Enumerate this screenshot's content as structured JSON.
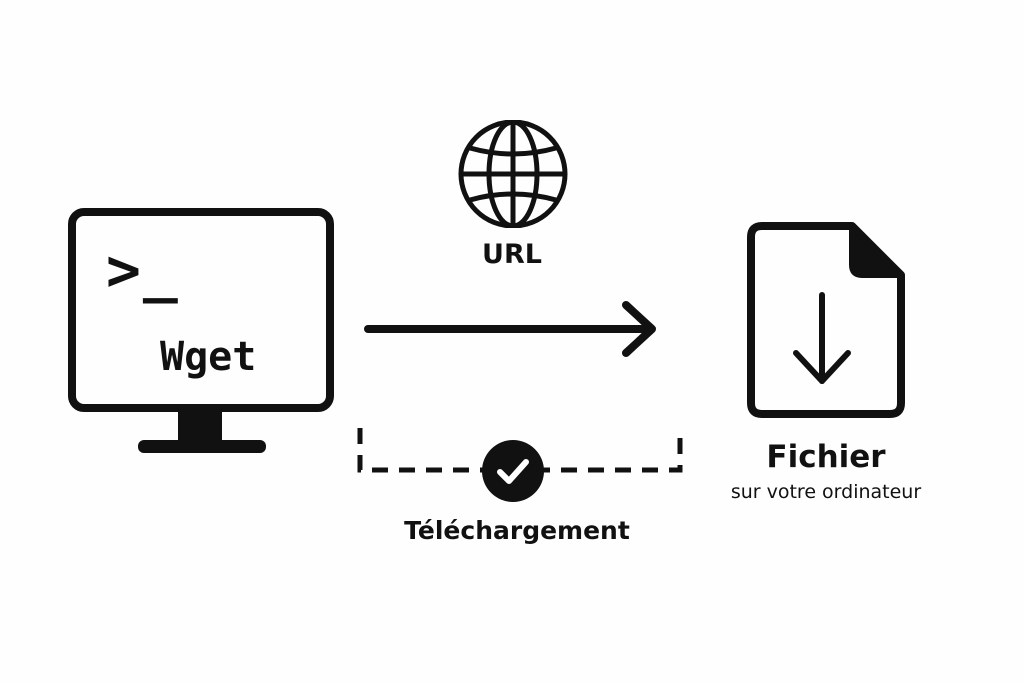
{
  "computer": {
    "prompt": ">_",
    "program": "Wget"
  },
  "source": {
    "icon": "globe-icon",
    "label": "URL"
  },
  "transfer": {
    "icon": "checkmark-circle-icon",
    "label": "Téléchargement"
  },
  "destination": {
    "icon": "download-file-icon",
    "title": "Fichier",
    "subtitle": "sur votre ordinateur"
  },
  "colors": {
    "ink": "#111111",
    "background": "#ffffff"
  }
}
